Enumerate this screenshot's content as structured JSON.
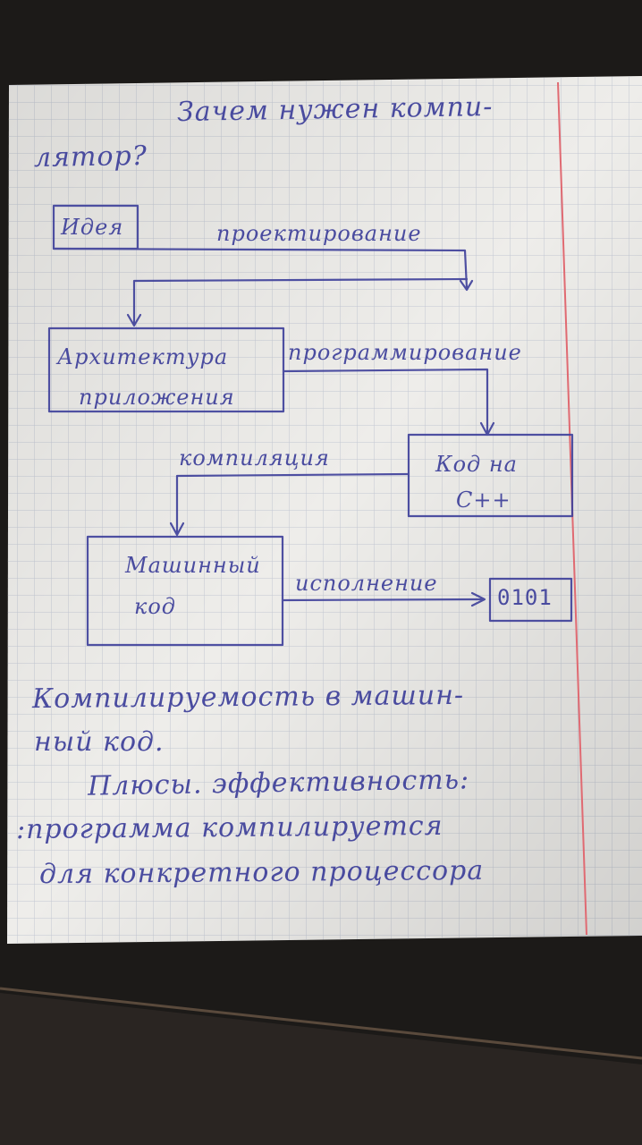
{
  "notebook": {
    "title_line1": "Зачем нужен компи-",
    "title_line2": "лятор?",
    "flow": {
      "box_idea": "Идея",
      "edge_design": "проектирование",
      "box_architecture_l1": "Архитектура",
      "box_architecture_l2": "приложения",
      "edge_programming": "программирование",
      "box_code_l1": "Код на",
      "box_code_l2": "C++",
      "edge_compilation": "компиляция",
      "box_machine_l1": "Машинный",
      "box_machine_l2": "код",
      "edge_execution": "исполнение",
      "box_binary": "0101"
    },
    "body_line1": "Компилируемость в машин-",
    "body_line2": "ный код.",
    "body_line3": "Плюсы. эффективность:",
    "body_line4": ":программа компилируется",
    "body_line5": "для конкретного процессора"
  },
  "colors": {
    "ink": "#3d3f9a",
    "paper": "#eeedea",
    "grid": "#c9cdd6",
    "margin_line": "#e06a72",
    "table": "#1c1a18"
  }
}
